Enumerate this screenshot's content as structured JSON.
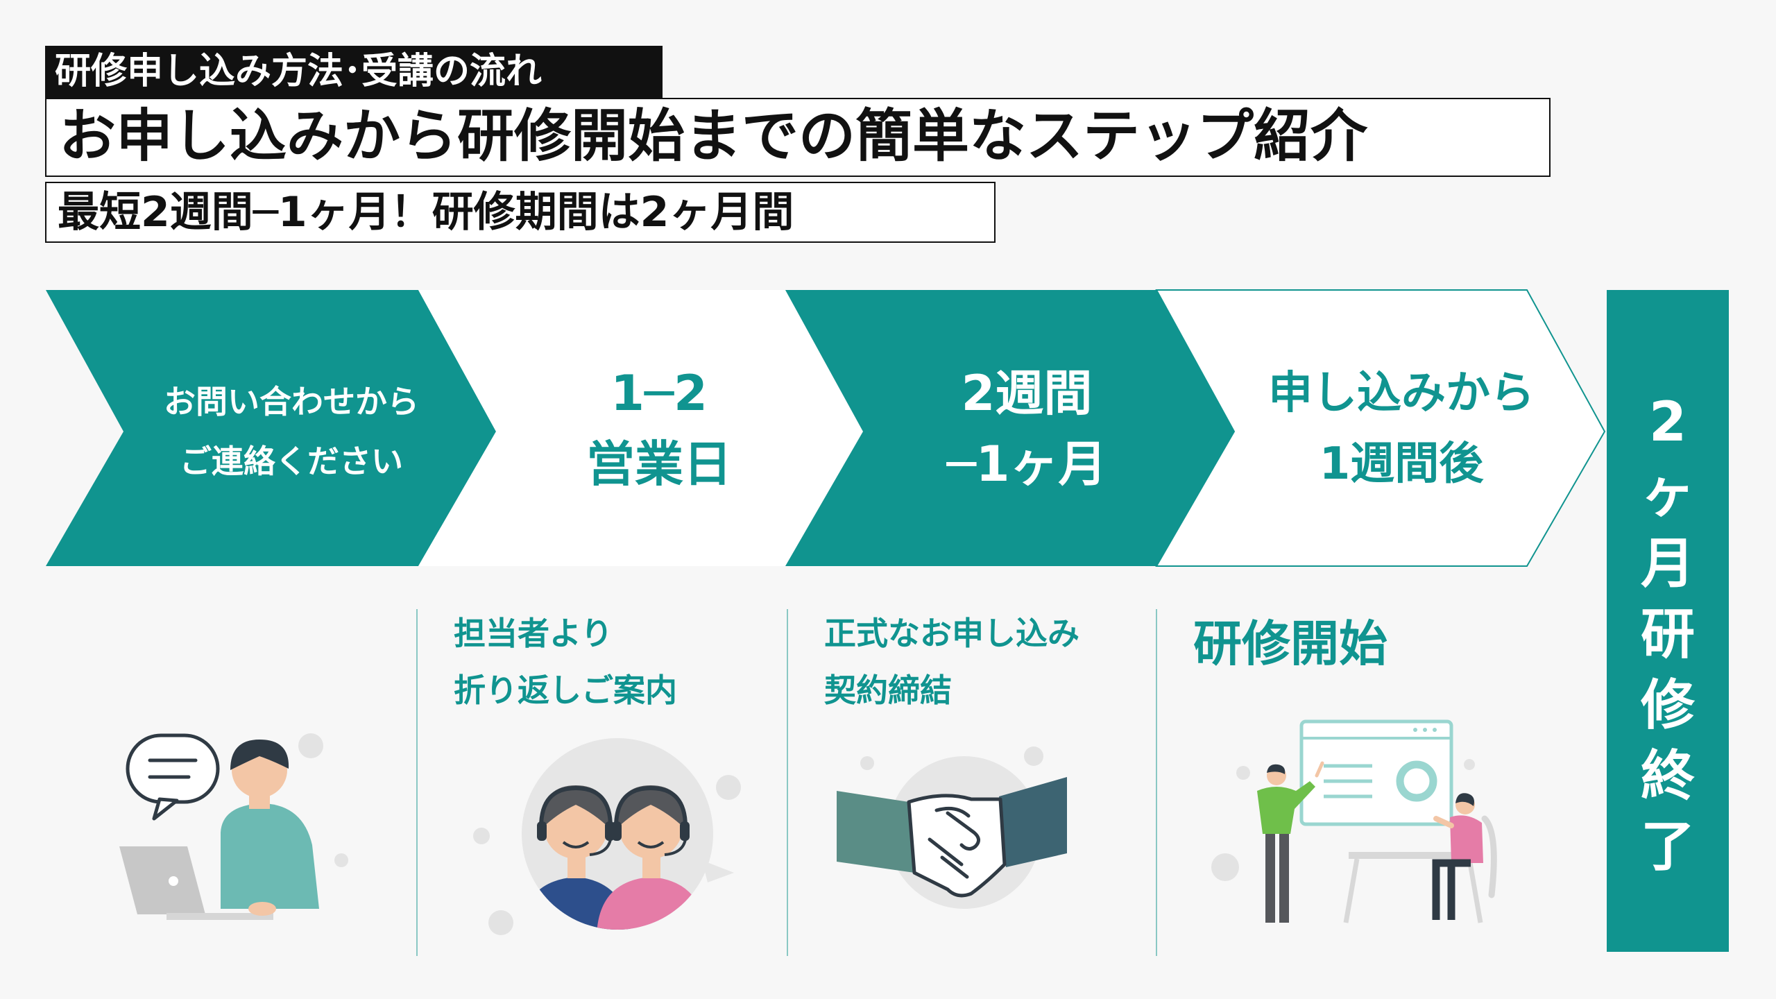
{
  "header": {
    "label": "研修申し込み方法･受講の流れ",
    "title": "お申し込みから研修開始までの簡単なステップ紹介",
    "subtitle": "最短2週間─1ヶ月！研修期間は2ヶ月間"
  },
  "steps": [
    {
      "line1": "お問い合わせから",
      "line2": "ご連絡ください",
      "style": "teal"
    },
    {
      "line1": "1─2",
      "line2": "営業日",
      "style": "white"
    },
    {
      "line1": "2週間",
      "line2": "─1ヶ月",
      "style": "teal"
    },
    {
      "line1": "申し込みから",
      "line2": "1週間後",
      "style": "white"
    }
  ],
  "captions": [
    {
      "line1": "担当者より",
      "line2": "折り返しご案内"
    },
    {
      "line1": "正式なお申し込み",
      "line2": "契約締結"
    },
    {
      "line1": "研修開始"
    }
  ],
  "final": {
    "lines": [
      "2",
      "ヶ",
      "月",
      "研",
      "修",
      "終",
      "了"
    ]
  },
  "colors": {
    "teal": "#10948f",
    "dark": "#111111",
    "background": "#f7f7f7",
    "text_on_white": "#109490"
  },
  "illustrations": [
    "person-with-laptop-and-speech-bubble",
    "two-operators-with-headsets",
    "handshake",
    "presentation-meeting"
  ]
}
